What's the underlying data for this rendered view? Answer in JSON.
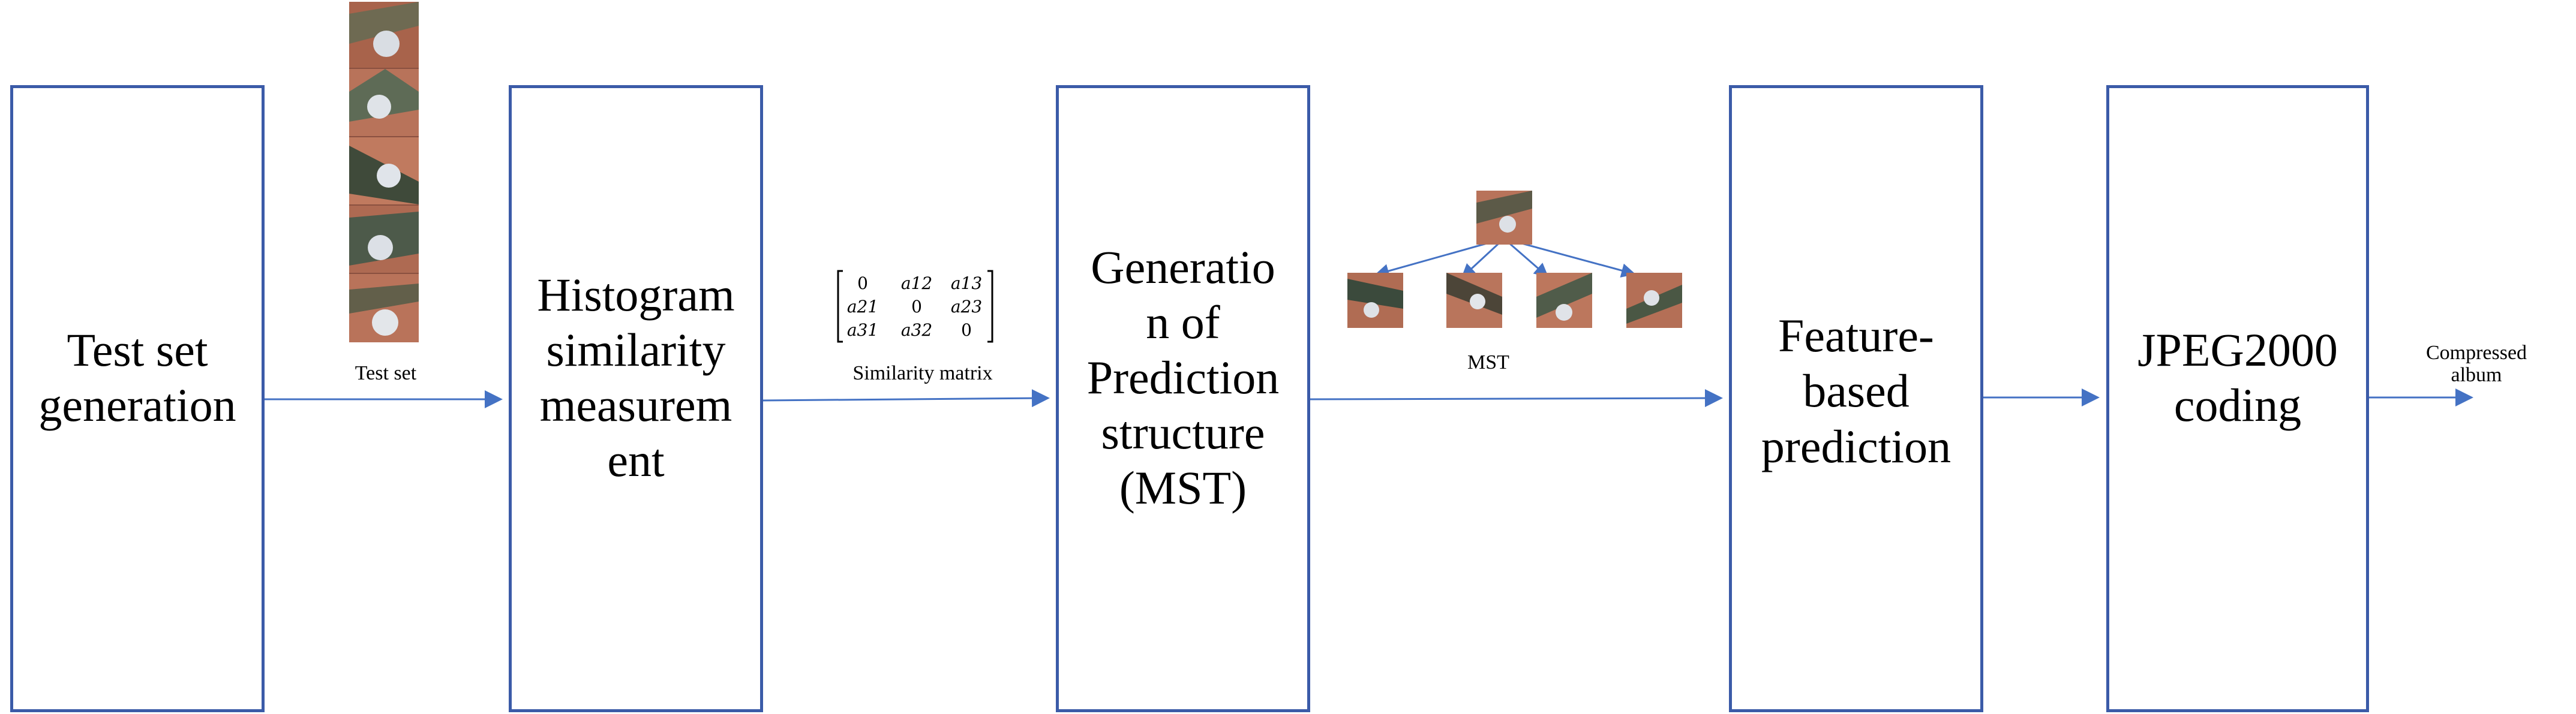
{
  "boxes": {
    "test_set_generation": "Test set\ngeneration",
    "histogram_similarity": "Histogram\nsimilarity\nmeasurem\nent",
    "generation_prediction": "Generatio\nn of\nPrediction\nstructure\n(MST)",
    "feature_based": "Feature-\nbased\nprediction",
    "jpeg2000": "JPEG2000\ncoding"
  },
  "labels": {
    "test_set": "Test set",
    "similarity_matrix": "Similarity matrix",
    "mst": "MST",
    "compressed_album": "Compressed\nalbum"
  },
  "matrix": {
    "row1": [
      "0",
      "a12",
      "a13"
    ],
    "row2": [
      "a21",
      "0",
      "a23"
    ],
    "row3": [
      "a31",
      "a32",
      "0"
    ]
  },
  "colors": {
    "box_border": "#3B5BA8",
    "arrow": "#4472C4"
  }
}
